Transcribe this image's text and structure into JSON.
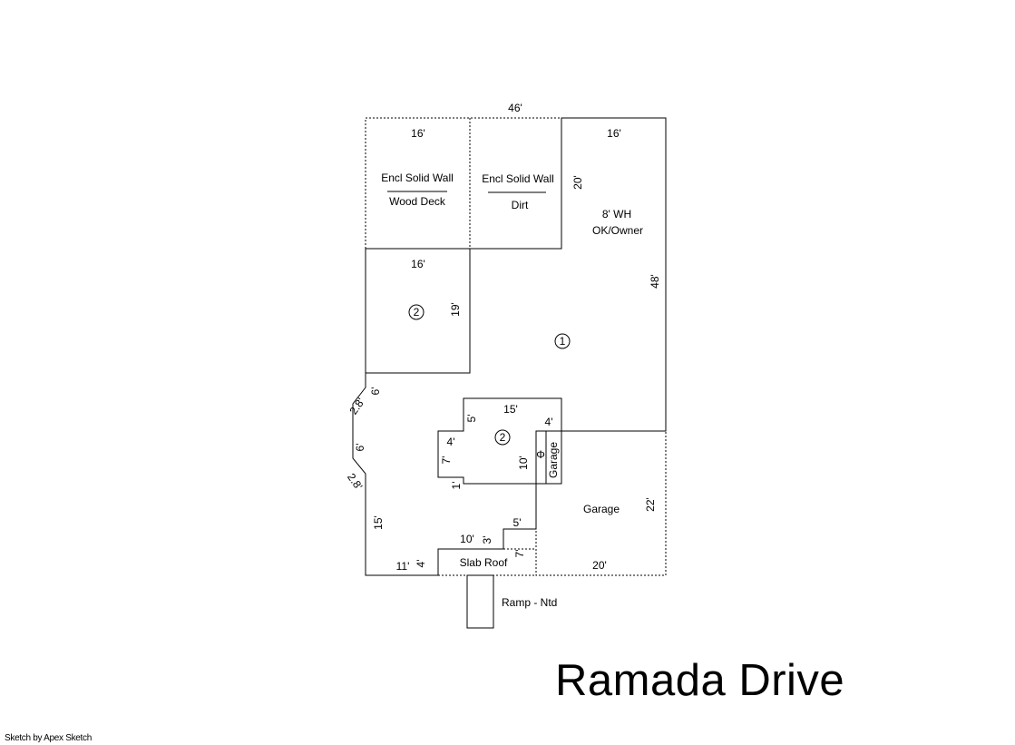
{
  "title": "Ramada Drive",
  "credit": "Sketch by Apex Sketch",
  "areas": {
    "deck_label": "Encl Solid Wall",
    "deck_sub": "Wood Deck",
    "dirt_label": "Encl Solid Wall",
    "dirt_sub": "Dirt",
    "wh_label": "8' WH",
    "owner_label": "OK/Owner",
    "garage_small": "Garage",
    "garage": "Garage",
    "slab_roof": "Slab Roof",
    "ramp": "Ramp - Ntd",
    "circle_1": "1",
    "circle_2a": "2",
    "circle_2b": "2"
  },
  "dimensions": {
    "top_46": "46'",
    "deck_16": "16'",
    "main_16": "16'",
    "room2_16": "16'",
    "wall_20": "20'",
    "right_48": "48'",
    "room2_19": "19'",
    "left_6a": "6'",
    "left_28a": "2.8'",
    "left_6b": "6'",
    "left_28b": "2.8'",
    "left_15": "15'",
    "in_15": "15'",
    "in_5": "5'",
    "in_4a": "4'",
    "in_4b": "4'",
    "in_7": "7'",
    "in_10": "10'",
    "in_1": "1'",
    "garage_22": "22'",
    "garage_20": "20'",
    "step_5": "5'",
    "step_10": "10'",
    "step_3": "3'",
    "step_7": "7'",
    "bottom_11": "11'",
    "bottom_4": "4'"
  }
}
